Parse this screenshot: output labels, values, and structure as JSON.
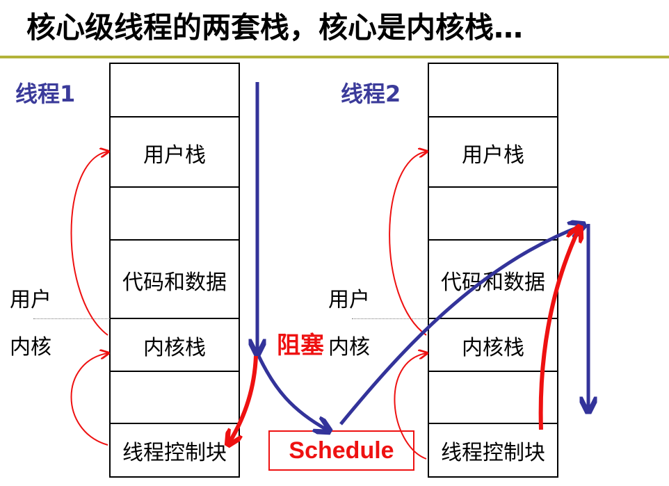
{
  "title": "核心级线程的两套栈，核心是内核栈…",
  "thread1": {
    "label": "线程1",
    "cells": [
      "",
      "用户栈",
      "",
      "代码和数据",
      "内核栈",
      "",
      "线程控制块"
    ]
  },
  "thread2": {
    "label": "线程2",
    "cells": [
      "",
      "用户栈",
      "",
      "代码和数据",
      "内核栈",
      "",
      "线程控制块"
    ]
  },
  "side_labels": {
    "user": "用户",
    "kernel": "内核"
  },
  "blocked_label": "阻塞",
  "schedule_label": "Schedule",
  "colors": {
    "thread_label": "#3b3b9a",
    "flow_arrow": "#33339a",
    "highlight": "#ee1111",
    "title_rule": "#b3b33a"
  }
}
